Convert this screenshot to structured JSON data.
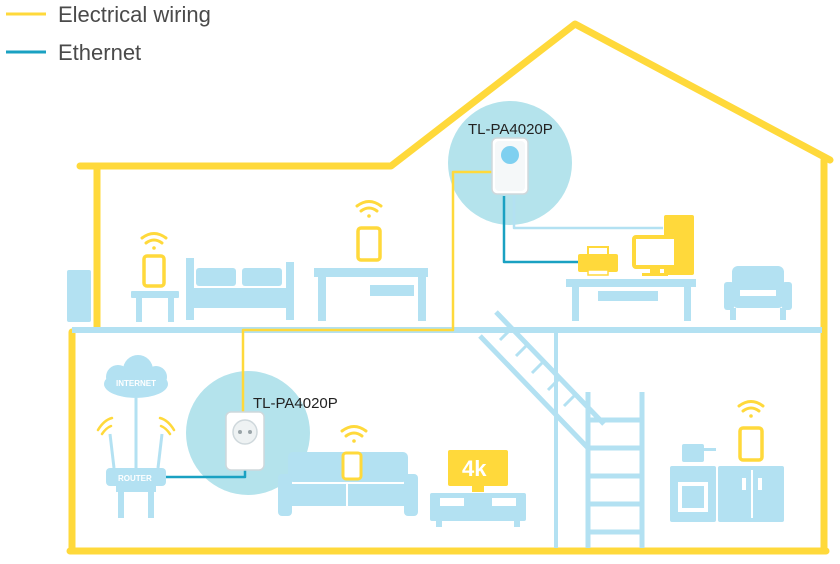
{
  "legend": {
    "electrical": "Electrical wiring",
    "ethernet": "Ethernet"
  },
  "devices": {
    "upper_adapter": "TL-PA4020P",
    "lower_adapter": "TL-PA4020P",
    "cloud": "INTERNET",
    "router": "ROUTER",
    "tv": "4k"
  },
  "colors": {
    "electrical": "#FFD93B",
    "ethernet": "#1AA1C2",
    "furniture": "#B3E1F2",
    "halo": "#B4E3EC",
    "adapter_accent": "#7FD0F0"
  },
  "icons": {
    "wifi": "wifi-icon",
    "cloud": "cloud-icon",
    "router": "router-icon",
    "adapter": "powerline-adapter-icon",
    "tablet": "tablet-icon",
    "printer": "printer-icon",
    "computer": "desktop-computer-icon",
    "tv": "tv-icon",
    "bed": "bed-icon",
    "sofa": "sofa-icon",
    "armchair": "armchair-icon",
    "stairs": "staircase-icon",
    "kitchen": "kitchen-icon",
    "fridge": "fridge-icon"
  }
}
